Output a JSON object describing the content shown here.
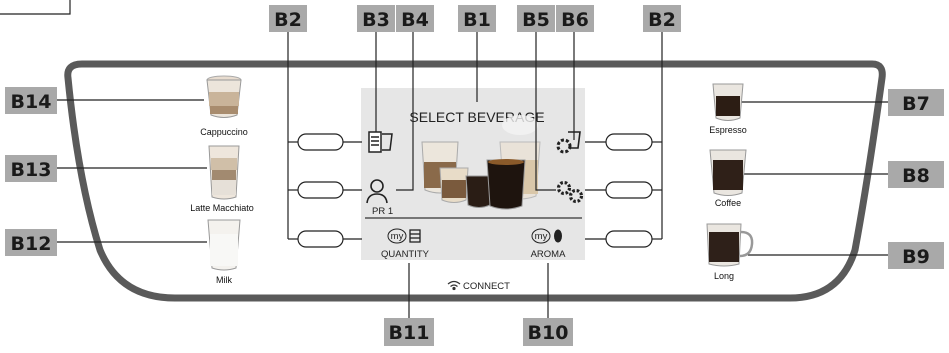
{
  "callouts": {
    "b1": "B1",
    "b2_left": "B2",
    "b2_right": "B2",
    "b3": "B3",
    "b4": "B4",
    "b5": "B5",
    "b6": "B6",
    "b7": "B7",
    "b8": "B8",
    "b9": "B9",
    "b10": "B10",
    "b11": "B11",
    "b12": "B12",
    "b13": "B13",
    "b14": "B14"
  },
  "drinks_left": [
    "Cappuccino",
    "Latte Macchiato",
    "Milk"
  ],
  "drinks_right": [
    "Espresso",
    "Coffee",
    "Long"
  ],
  "screen": {
    "title": "SELECT BEVERAGE",
    "profile": "PR 1",
    "my_label": "my",
    "quantity": "QUANTITY",
    "aroma": "AROMA"
  },
  "connect": "CONNECT",
  "colors": {
    "callout_bg": "#a9a9a9",
    "panel_border": "#5a5a5a",
    "screen_bg": "#e6e6e6"
  }
}
